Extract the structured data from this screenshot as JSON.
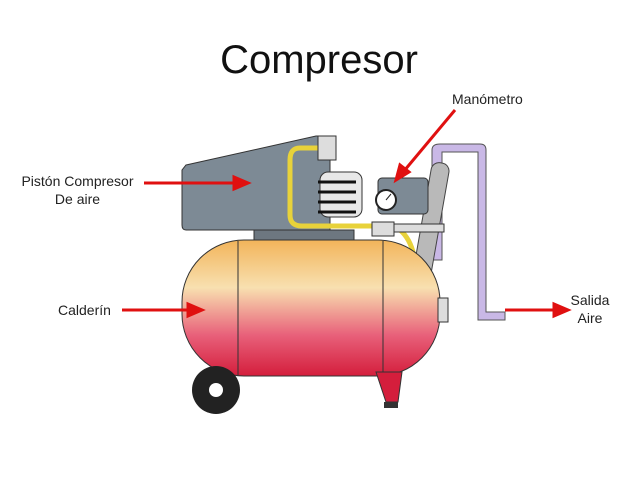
{
  "title": "Compresor",
  "labels": {
    "piston_line1": "Pistón Compresor",
    "piston_line2": "De aire",
    "manometro": "Manómetro",
    "calderin": "Calderín",
    "salida_line1": "Salida",
    "salida_line2": "Aire"
  },
  "colors": {
    "arrow": "#e01010",
    "head": "#7d8a95",
    "pipe": "#e8d23a",
    "outlet": "#c9b8e6"
  }
}
